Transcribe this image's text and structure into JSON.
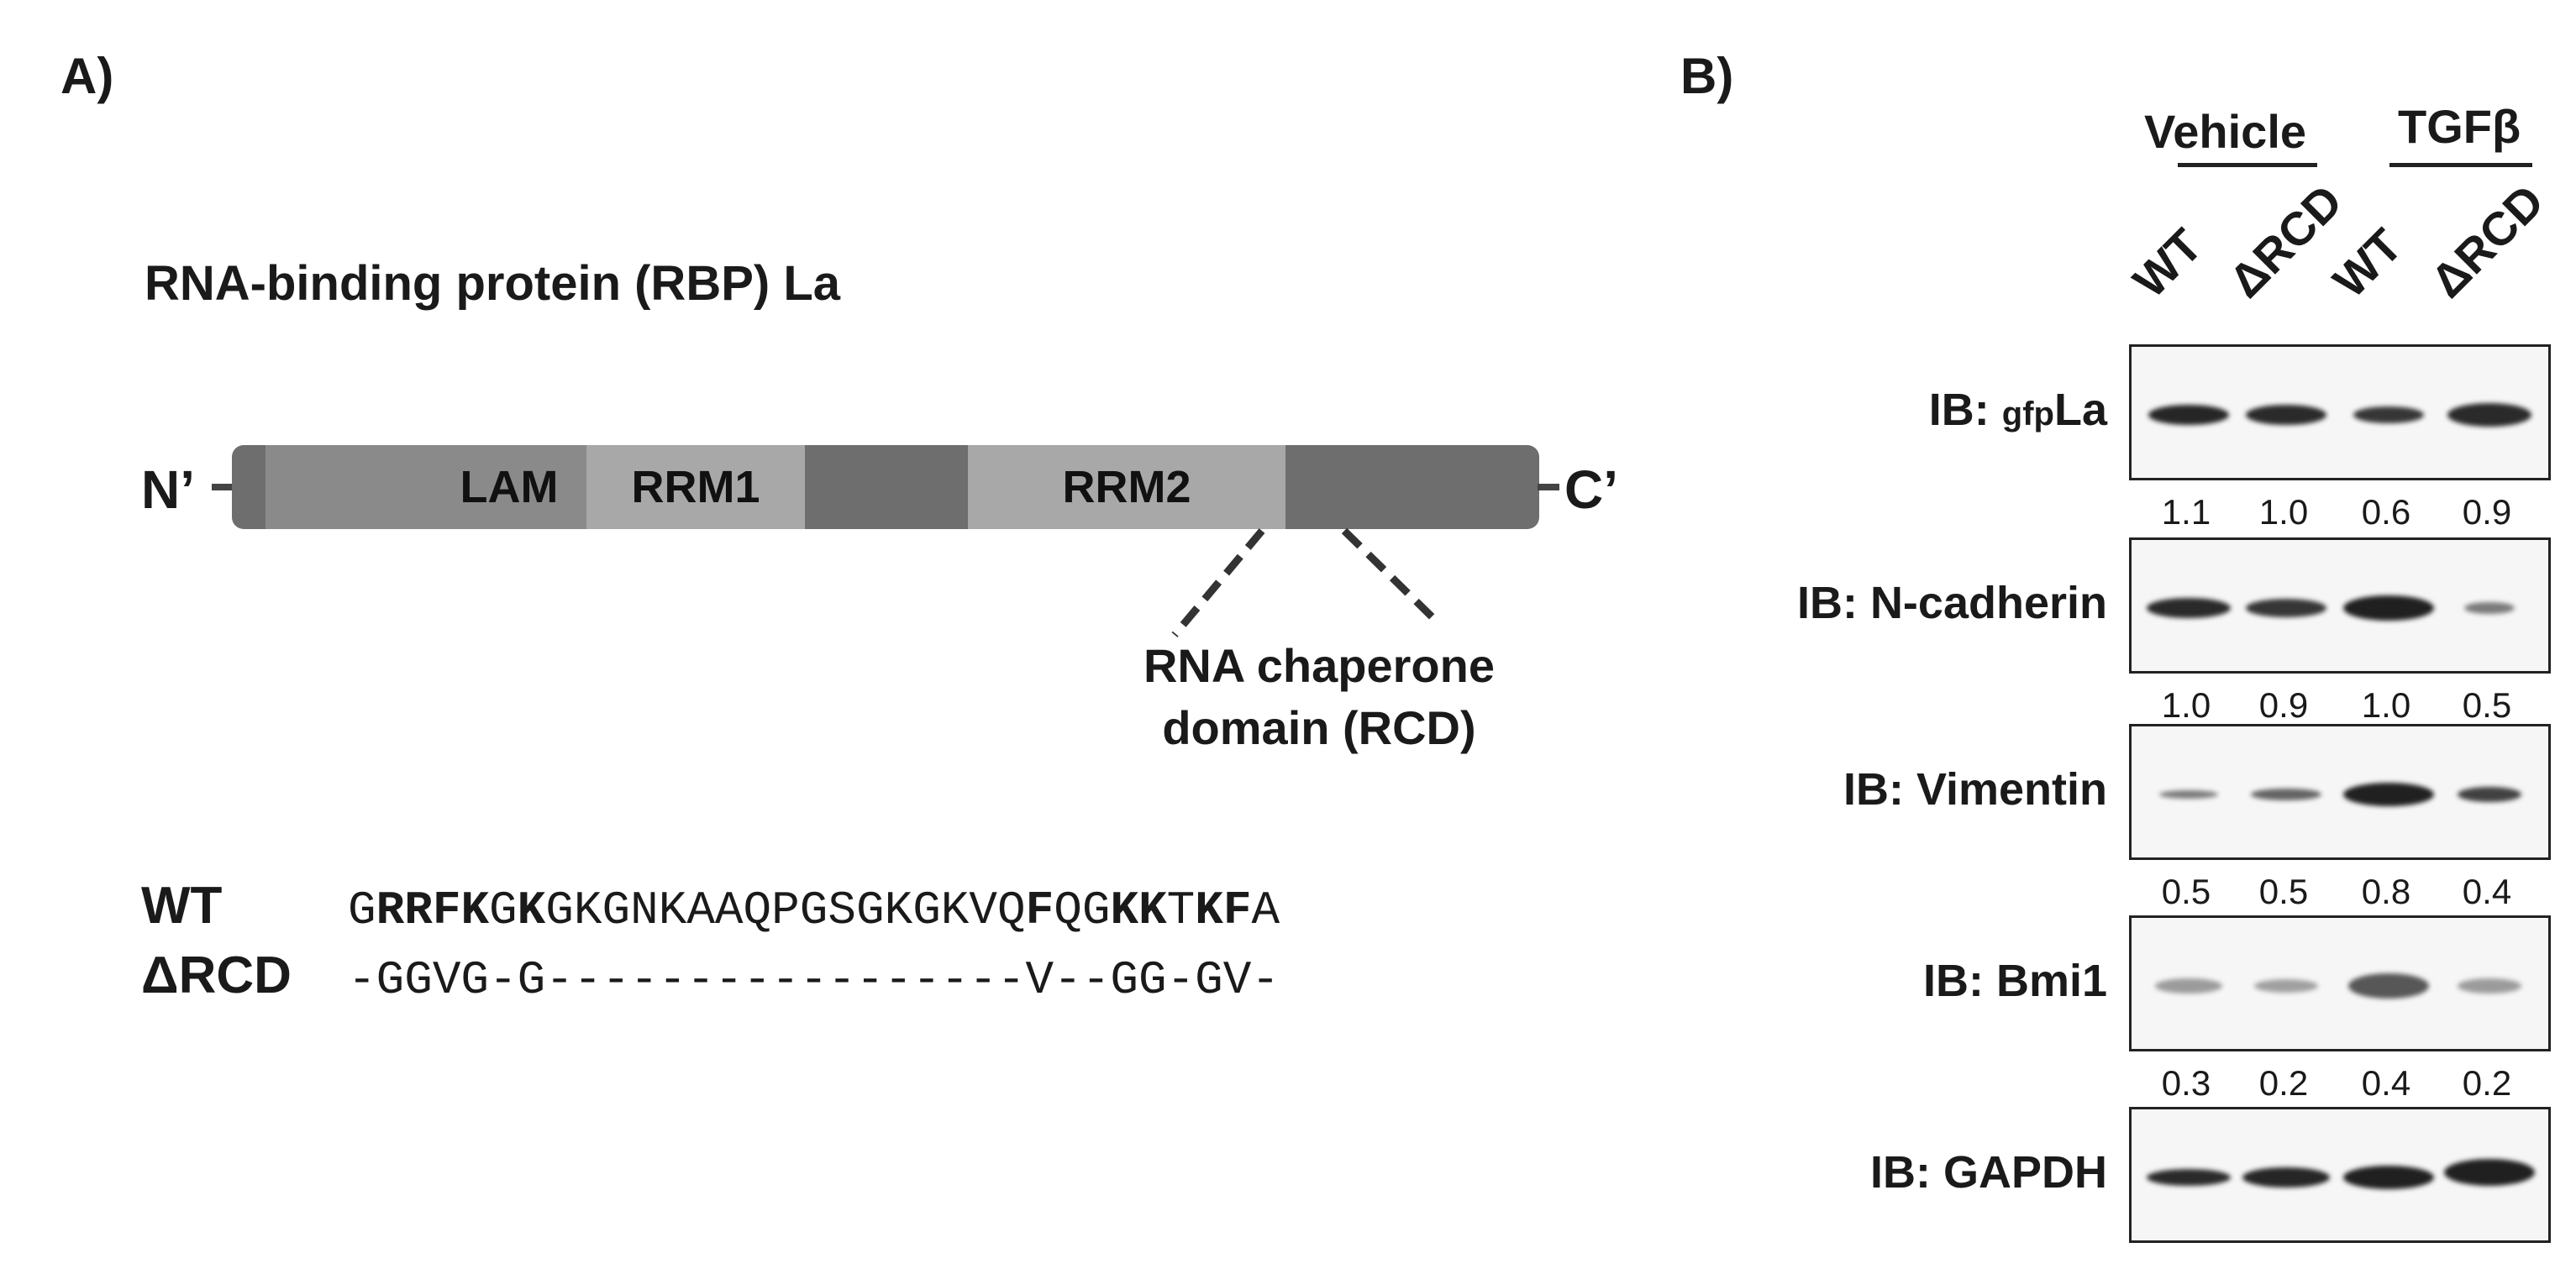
{
  "panel_a": {
    "label": "A)",
    "title": "RNA-binding protein (RBP) La",
    "n_terminus": "N’",
    "c_terminus": "C’",
    "domains": [
      "LAM",
      "RRM1",
      "RRM2"
    ],
    "callout_line1": "RNA chaperone",
    "callout_line2": "domain (RCD)",
    "sequences": [
      {
        "label": "WT",
        "sequence": "GRRFKGKGKGNKAAQPGSGKGKVQFQGKKTKFA"
      },
      {
        "label": "ΔRCD",
        "sequence": "-GGVG-G-----------------V--GG-GV-"
      }
    ]
  },
  "panel_b": {
    "label": "B)",
    "groups": [
      "Vehicle",
      "TGFβ"
    ],
    "lanes": [
      "WT",
      "ΔRCD",
      "WT",
      "ΔRCD"
    ],
    "blots": [
      {
        "ib": "IB: ",
        "sub": "gfp",
        "name": "La",
        "quant": [
          "1.1",
          "1.0",
          "0.6",
          "0.9"
        ]
      },
      {
        "ib": "IB: ",
        "sub": "",
        "name": "N-cadherin",
        "quant": [
          "1.0",
          "0.9",
          "1.0",
          "0.5"
        ]
      },
      {
        "ib": "IB: ",
        "sub": "",
        "name": "Vimentin",
        "quant": [
          "0.5",
          "0.5",
          "0.8",
          "0.4"
        ]
      },
      {
        "ib": "IB: ",
        "sub": "",
        "name": "Bmi1",
        "quant": [
          "0.3",
          "0.2",
          "0.4",
          "0.2"
        ]
      },
      {
        "ib": "IB: ",
        "sub": "",
        "name": "GAPDH",
        "quant": []
      }
    ]
  }
}
